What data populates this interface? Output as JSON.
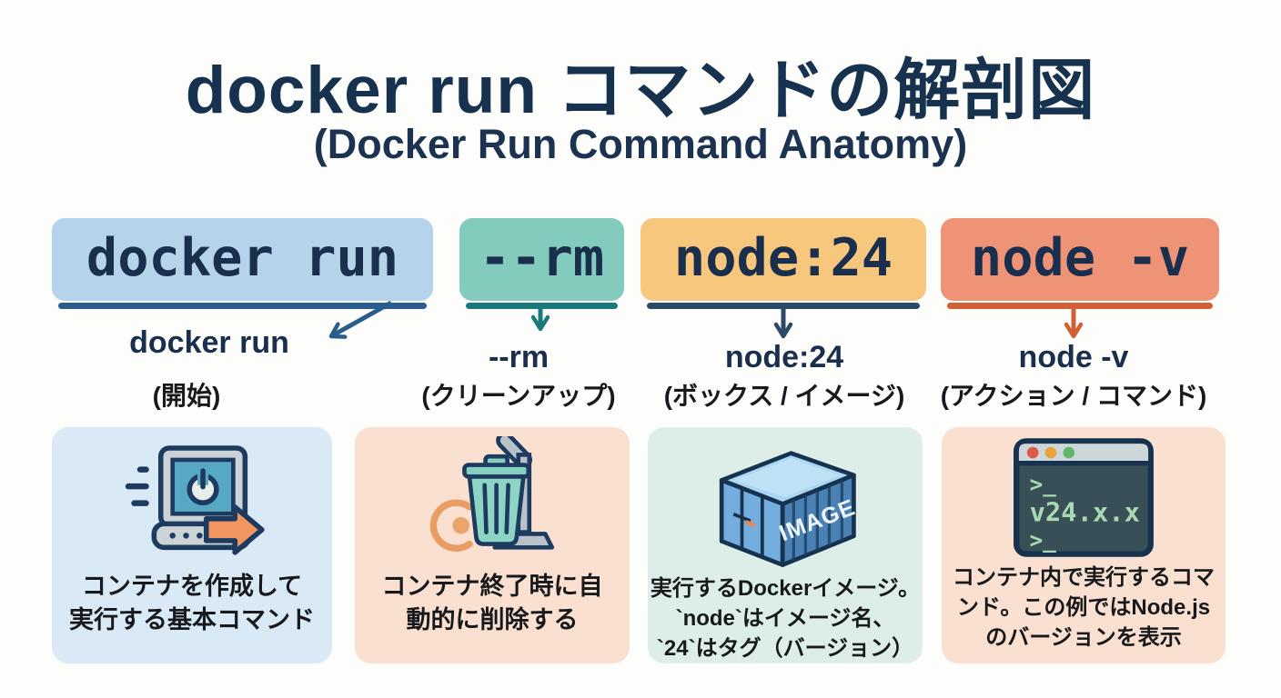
{
  "title": {
    "main": "docker run コマンドの解剖図",
    "subtitle": "(Docker Run Command Anatomy)"
  },
  "colors": {
    "background": "#fdfdfc",
    "title_text": "#16324e",
    "token_text": "#1a2f4d",
    "description_text": "#17191c"
  },
  "segments": [
    {
      "token": "docker run",
      "label": "docker run",
      "role": "(開始)",
      "description": [
        "コンテナを作成して",
        "実行する基本コマンド"
      ],
      "icon": "computer-launch-icon",
      "box_color": "#b5d4ec",
      "accent_color": "#2a5d8d",
      "card_color": "#d9e9f6"
    },
    {
      "token": "--rm",
      "label": "--rm",
      "role": "(クリーンアップ)",
      "description": [
        "コンテナ終了時に自",
        "動的に削除する"
      ],
      "icon": "trash-vacuum-icon",
      "box_color": "#82cbbd",
      "accent_color": "#19797b",
      "card_color": "#fae0d0"
    },
    {
      "token": "node:24",
      "label": "node:24",
      "role": "(ボックス / イメージ)",
      "description": [
        "実行するDockerイメージ。",
        "`node`はイメージ名、",
        "`24`はタグ（バージョン）"
      ],
      "icon": "container-image-icon",
      "box_color": "#f8c77e",
      "accent_color": "#2b4a66",
      "card_color": "#ddeee8"
    },
    {
      "token": "node -v",
      "label": "node -v",
      "role": "(アクション / コマンド)",
      "description": [
        "コンテナ内で実行するコマ",
        "ンド。この例ではNode.js",
        "のバージョンを表示"
      ],
      "icon": "terminal-icon",
      "box_color": "#ef9377",
      "accent_color": "#d15f36",
      "card_color": "#fae0d0"
    }
  ],
  "icon_text": {
    "container_label": "IMAGE",
    "terminal_lines": [
      ">_",
      "v24.x.x",
      ">_"
    ]
  }
}
